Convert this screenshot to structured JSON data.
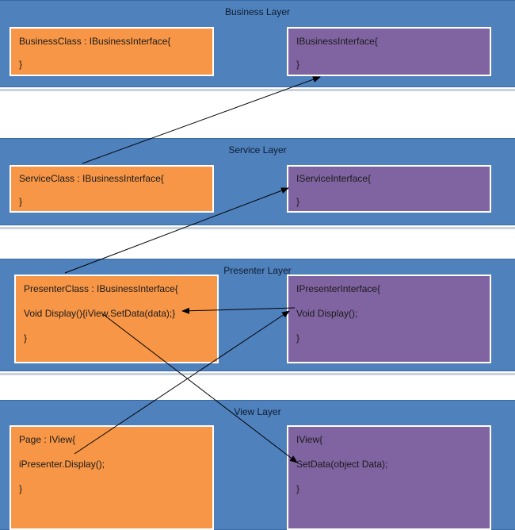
{
  "layers": {
    "business": {
      "title": "Business Layer",
      "class_box": [
        "BusinessClass : IBusinessInterface{",
        "}"
      ],
      "interface_box": [
        "IBusinessInterface{",
        "}"
      ]
    },
    "service": {
      "title": "Service Layer",
      "class_box": [
        "ServiceClass : IBusinessInterface{",
        "}"
      ],
      "interface_box": [
        "IServiceInterface{",
        "}"
      ]
    },
    "presenter": {
      "title": "Presenter Layer",
      "class_box": [
        "PresenterClass : IBusinessInterface{",
        "Void Display(){iView.SetData(data);}",
        "}"
      ],
      "interface_box": [
        "IPresenterInterface{",
        "Void Display();",
        "}"
      ]
    },
    "view": {
      "title": "View Layer",
      "class_box": [
        "Page : IView{",
        "iPresenter.Display();",
        "}"
      ],
      "interface_box": [
        "IView{",
        "SetData(object Data);",
        "}"
      ]
    }
  },
  "colors": {
    "layer_bg": "#4f81bd",
    "class_box": "#f79646",
    "interface_box": "#8064a2",
    "arrow": "#000000"
  }
}
